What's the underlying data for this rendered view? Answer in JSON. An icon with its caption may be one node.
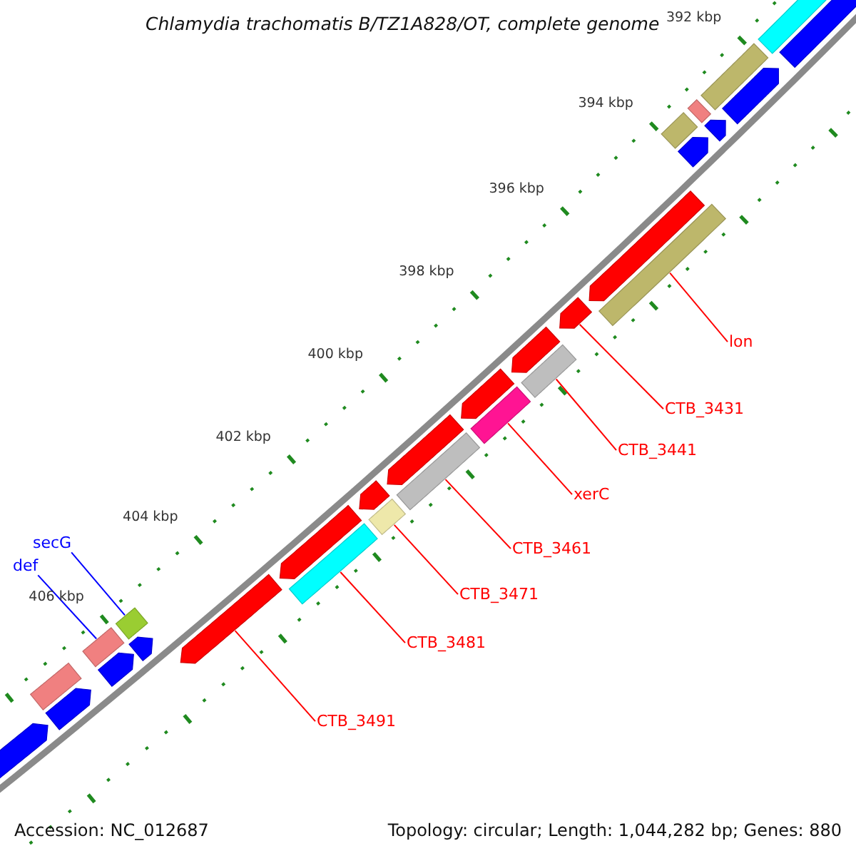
{
  "diagram": {
    "title": "Chlamydia trachomatis B/TZ1A828/OT, complete genome",
    "nodes": [
      {
        "text": [
          "lon"
        ]
      },
      {
        "text": [
          "CTB_3431"
        ]
      },
      {
        "text": [
          "CTB_3441"
        ]
      },
      {
        "text": [
          "xerC"
        ]
      },
      {
        "text": [
          "CTB_3461"
        ]
      },
      {
        "text": [
          "CTB_3471"
        ]
      },
      {
        "text": [
          "CTB_3481"
        ]
      },
      {
        "text": [
          "CTB_3491"
        ]
      },
      {
        "text": [
          "secG"
        ]
      },
      {
        "text": [
          "def"
        ]
      },
      {
        "text": [],
        "shape": "arrow"
      },
      {
        "text": [],
        "shape": "arrow"
      },
      {
        "text": [],
        "shape": "arrow"
      },
      {
        "text": [],
        "shape": "arrow"
      },
      {
        "text": [],
        "shape": "arrow"
      },
      {
        "text": [],
        "shape": "arrow"
      },
      {
        "text": [],
        "shape": "arrow"
      },
      {
        "text": [],
        "shape": "arrow"
      },
      {
        "text": [],
        "shape": "bar"
      },
      {
        "text": [],
        "shape": "bar"
      },
      {
        "text": [],
        "shape": "bar"
      },
      {
        "text": [],
        "shape": "bar"
      },
      {
        "text": [],
        "shape": "bar"
      },
      {
        "text": [],
        "shape": "bar"
      },
      {
        "text": [],
        "shape": "arrow"
      },
      {
        "text": [],
        "shape": "arrow"
      },
      {
        "text": [],
        "shape": "arrow"
      },
      {
        "text": [],
        "shape": "arrow"
      },
      {
        "text": [],
        "shape": "arrow"
      },
      {
        "text": [],
        "shape": "arrow"
      },
      {
        "text": [],
        "shape": "arrow"
      },
      {
        "text": [],
        "shape": "arrow"
      },
      {
        "text": [],
        "shape": "bar"
      },
      {
        "text": [],
        "shape": "bar"
      },
      {
        "text": [],
        "shape": "bar"
      },
      {
        "text": [],
        "shape": "bar"
      },
      {
        "text": [],
        "shape": "bar"
      },
      {
        "text": [],
        "shape": "bar"
      },
      {
        "text": [],
        "shape": "bar"
      }
    ],
    "edges": [
      {
        "from": 0,
        "to": 18,
        "arrow": "none"
      },
      {
        "from": 1,
        "to": 11,
        "arrow": "none"
      },
      {
        "from": 2,
        "to": 19,
        "arrow": "none"
      },
      {
        "from": 3,
        "to": 20,
        "arrow": "none"
      },
      {
        "from": 4,
        "to": 21,
        "arrow": "none"
      },
      {
        "from": 5,
        "to": 22,
        "arrow": "none"
      },
      {
        "from": 6,
        "to": 23,
        "arrow": "none"
      },
      {
        "from": 7,
        "to": 17,
        "arrow": "none"
      },
      {
        "from": 8,
        "to": 36,
        "arrow": "none",
        "color": "#0000ff"
      },
      {
        "from": 9,
        "to": 37,
        "arrow": "none",
        "color": "#0000ff"
      }
    ],
    "labels": [
      "392 kbp",
      "394 kbp",
      "396 kbp",
      "398 kbp",
      "400 kbp",
      "402 kbp",
      "404 kbp",
      "406 kbp",
      "Accession: NC_012687",
      "Topology: circular; Length: 1,044,282 bp; Genes: 880"
    ]
  }
}
